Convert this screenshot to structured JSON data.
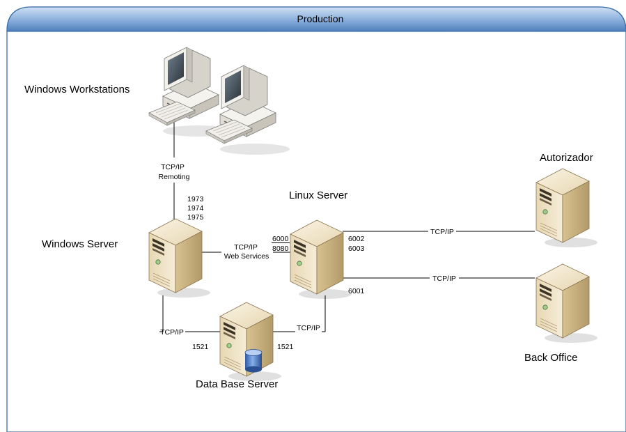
{
  "frame": {
    "title": "Production"
  },
  "nodes": {
    "workstations": {
      "label": "Windows Workstations"
    },
    "windows_server": {
      "label": "Windows Server"
    },
    "linux_server": {
      "label": "Linux Server"
    },
    "database_server": {
      "label": "Data Base Server"
    },
    "autorizador": {
      "label": "Autorizador"
    },
    "back_office": {
      "label": "Back Office"
    }
  },
  "links": {
    "ws_to_winserver": {
      "protocol": "TCP/IP",
      "detail": "Remoting",
      "ports": [
        "1973",
        "1974",
        "1975"
      ]
    },
    "winserver_to_linux": {
      "protocol": "TCP/IP",
      "detail": "Web Services",
      "ports": [
        "6000",
        "8080"
      ]
    },
    "linux_to_autorizador": {
      "protocol": "TCP/IP",
      "ports": [
        "6002",
        "6003"
      ]
    },
    "linux_to_backoffice": {
      "protocol": "TCP/IP",
      "ports": [
        "6001"
      ]
    },
    "winserver_to_db": {
      "protocol": "TCP/IP",
      "port": "1521"
    },
    "linux_to_db": {
      "protocol": "TCP/IP",
      "port": "1521"
    }
  },
  "colors": {
    "header_top": "#b8d2ee",
    "header_bottom": "#5c8cc6",
    "frame_border": "#3c6ea8",
    "server_light": "#f1e6cc",
    "server_mid": "#d9c49a",
    "server_dark": "#a58d61",
    "db_cylinder": "#3f6fc2"
  }
}
